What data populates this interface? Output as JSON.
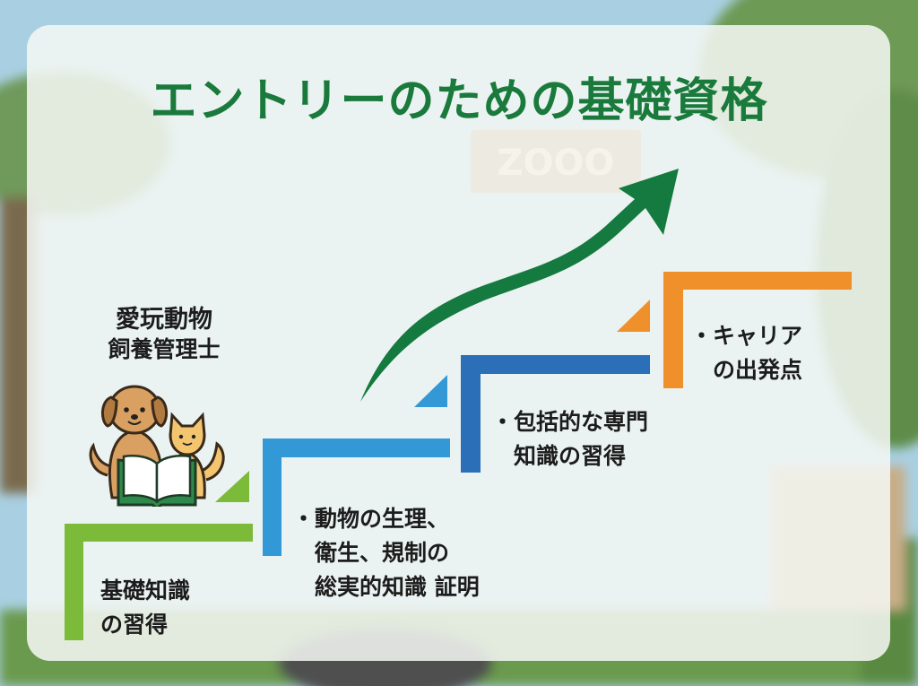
{
  "title": "エントリーのための基礎資格",
  "certificate": {
    "line1": "愛玩動物",
    "line2": "飼養管理士",
    "icon": "dog-cat-reading-book-icon"
  },
  "background_sign": "ZOOO",
  "colors": {
    "title": "#1a7a3c",
    "arrow": "#157a3f",
    "step1": "#7cbb3a",
    "step2": "#3399d6",
    "step3": "#2a6fb8",
    "step4": "#f0902a"
  },
  "steps": [
    {
      "lines": [
        "基礎知識",
        "の習得"
      ]
    },
    {
      "lines": [
        "・動物の生理、",
        "　衛生、規制の",
        "　総実的知識 証明"
      ]
    },
    {
      "lines": [
        "・包括的な専門",
        "　知識の習得"
      ]
    },
    {
      "lines": [
        "・キャリア",
        "　の出発点"
      ]
    }
  ],
  "arrow": "growth-arrow-icon"
}
